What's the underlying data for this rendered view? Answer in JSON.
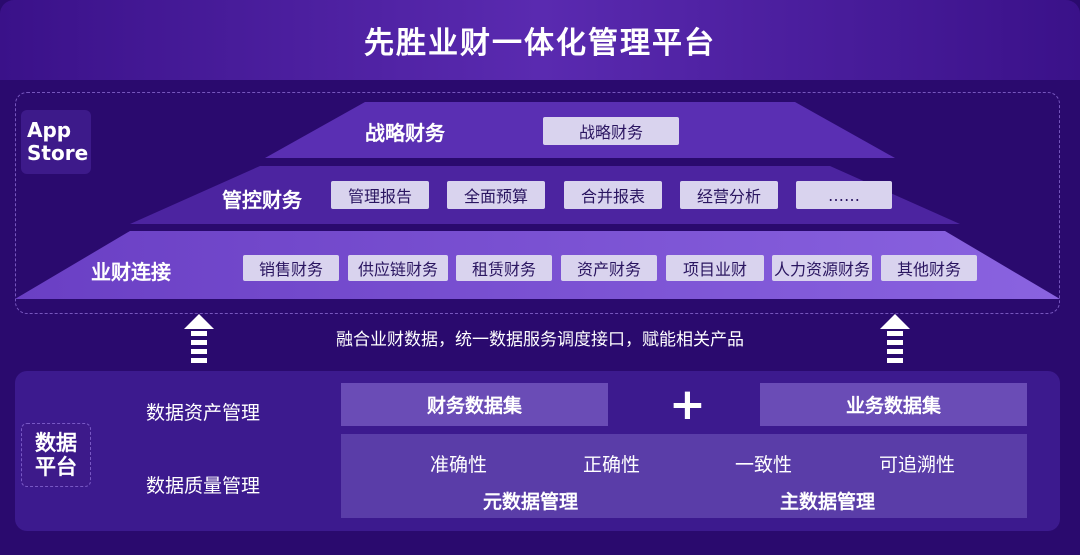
{
  "title": "先胜业财一体化管理平台",
  "app_store": {
    "line1": "App",
    "line2": "Store"
  },
  "tiers": {
    "strategy": {
      "label": "战略财务",
      "items": [
        "战略财务"
      ]
    },
    "control": {
      "label": "管控财务",
      "items": [
        "管理报告",
        "全面预算",
        "合并报表",
        "经营分析",
        "……"
      ]
    },
    "connect": {
      "label": "业财连接",
      "items": [
        "销售财务",
        "供应链财务",
        "租赁财务",
        "资产财务",
        "项目业财",
        "人力资源财务",
        "其他财务"
      ]
    }
  },
  "bridge_text": "融合业财数据，统一数据服务调度接口，赋能相关产品",
  "data_platform": {
    "tag_line1": "数据",
    "tag_line2": "平台",
    "asset_mgmt": "数据资产管理",
    "quality_mgmt": "数据质量管理",
    "finance_dataset": "财务数据集",
    "plus": "+",
    "business_dataset": "业务数据集",
    "qualities": [
      "准确性",
      "正确性",
      "一致性",
      "可追溯性"
    ],
    "meta_mgmt": "元数据管理",
    "master_mgmt": "主数据管理"
  },
  "colors": {
    "background": "#2a0a6e",
    "tier_light": "#7b55d0",
    "tier_dark": "#4a2299",
    "pill": "#d9d3ee"
  }
}
